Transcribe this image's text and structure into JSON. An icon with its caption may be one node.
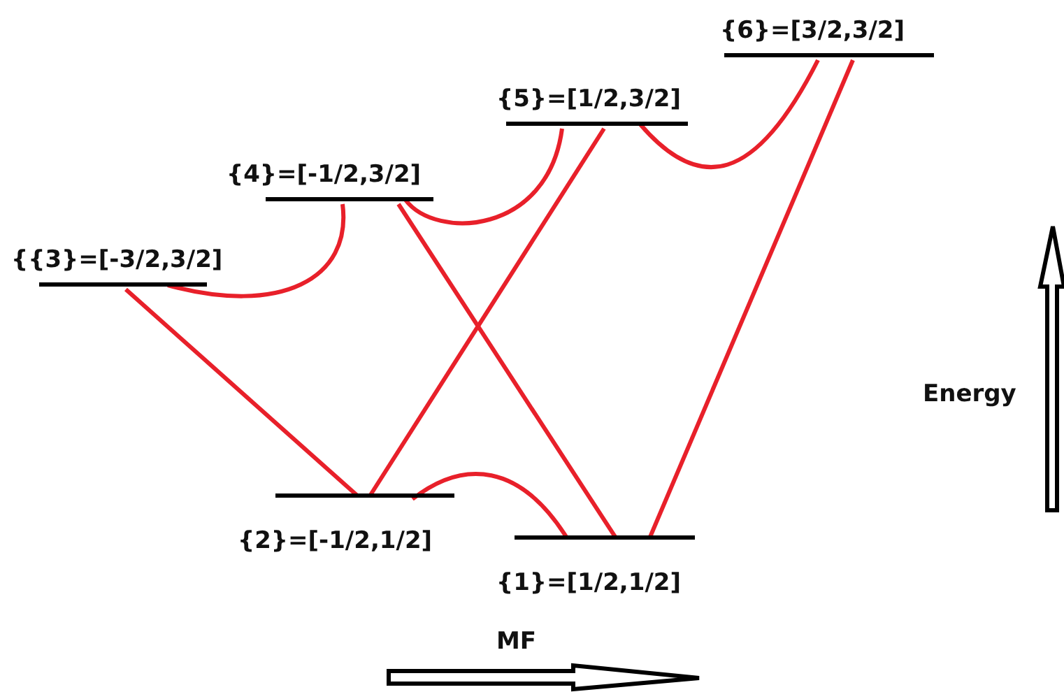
{
  "diagram": {
    "nodes": [
      {
        "text": [
          "{6}=[3/2,3/2]"
        ]
      },
      {
        "text": [
          "{5}=[1/2,3/2]"
        ]
      },
      {
        "text": [
          "{4}=[-1/2,3/2]"
        ]
      },
      {
        "text": [
          "{{3}=[-3/2,3/2]"
        ]
      },
      {
        "text": [
          "{2}=[-1/2,1/2]"
        ]
      },
      {
        "text": [
          "{1}=[1/2,1/2]"
        ]
      }
    ],
    "edges": [
      {
        "from": 3,
        "to": 2,
        "arrow": "none"
      },
      {
        "from": 3,
        "to": 4,
        "arrow": "none"
      },
      {
        "from": 4,
        "to": 5,
        "arrow": "none"
      },
      {
        "from": 4,
        "to": 1,
        "arrow": "none"
      },
      {
        "from": 2,
        "to": 5,
        "arrow": "none"
      },
      {
        "from": 2,
        "to": 1,
        "arrow": "none"
      },
      {
        "from": 1,
        "to": 0,
        "arrow": "none"
      },
      {
        "from": 5,
        "to": 0,
        "arrow": "none"
      }
    ],
    "labels": [
      "Energy",
      "MF"
    ]
  }
}
